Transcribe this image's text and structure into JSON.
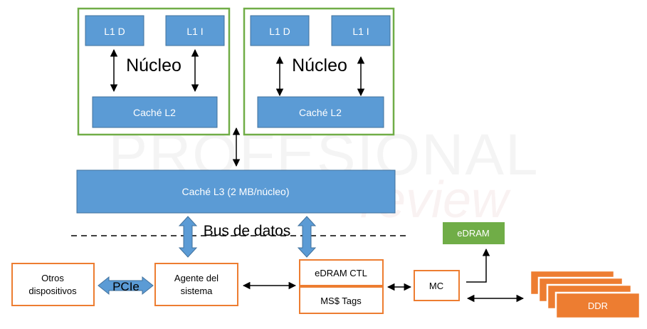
{
  "watermark": {
    "line1": "PROFESIONAL",
    "line2": "review"
  },
  "cores": [
    {
      "l1d": "L1 D",
      "l1i": "L1 I",
      "label": "Núcleo",
      "l2": "Caché L2"
    },
    {
      "l1d": "L1 D",
      "l1i": "L1 I",
      "label": "Núcleo",
      "l2": "Caché L2"
    }
  ],
  "l3": {
    "label": "Caché L3 (2 MB/núcleo)"
  },
  "bus": {
    "label": "Bus de datos"
  },
  "edram": {
    "label": "eDRAM"
  },
  "other_devices": {
    "line1": "Otros",
    "line2": "dispositivos"
  },
  "pcie": {
    "label": "PCIe"
  },
  "system_agent": {
    "line1": "Agente del",
    "line2": "sistema"
  },
  "edram_ctl": {
    "label": "eDRAM CTL"
  },
  "ms_tags": {
    "label": "MS$ Tags"
  },
  "mc": {
    "label": "MC"
  },
  "ddr": {
    "label": "DDR"
  },
  "colors": {
    "core_border": "#70ad47",
    "block_fill": "#5b9bd5",
    "block_border": "#41719c",
    "io_border": "#ed7d31",
    "ddr_fill": "#ed7d31",
    "edram_fill": "#70ad47"
  }
}
